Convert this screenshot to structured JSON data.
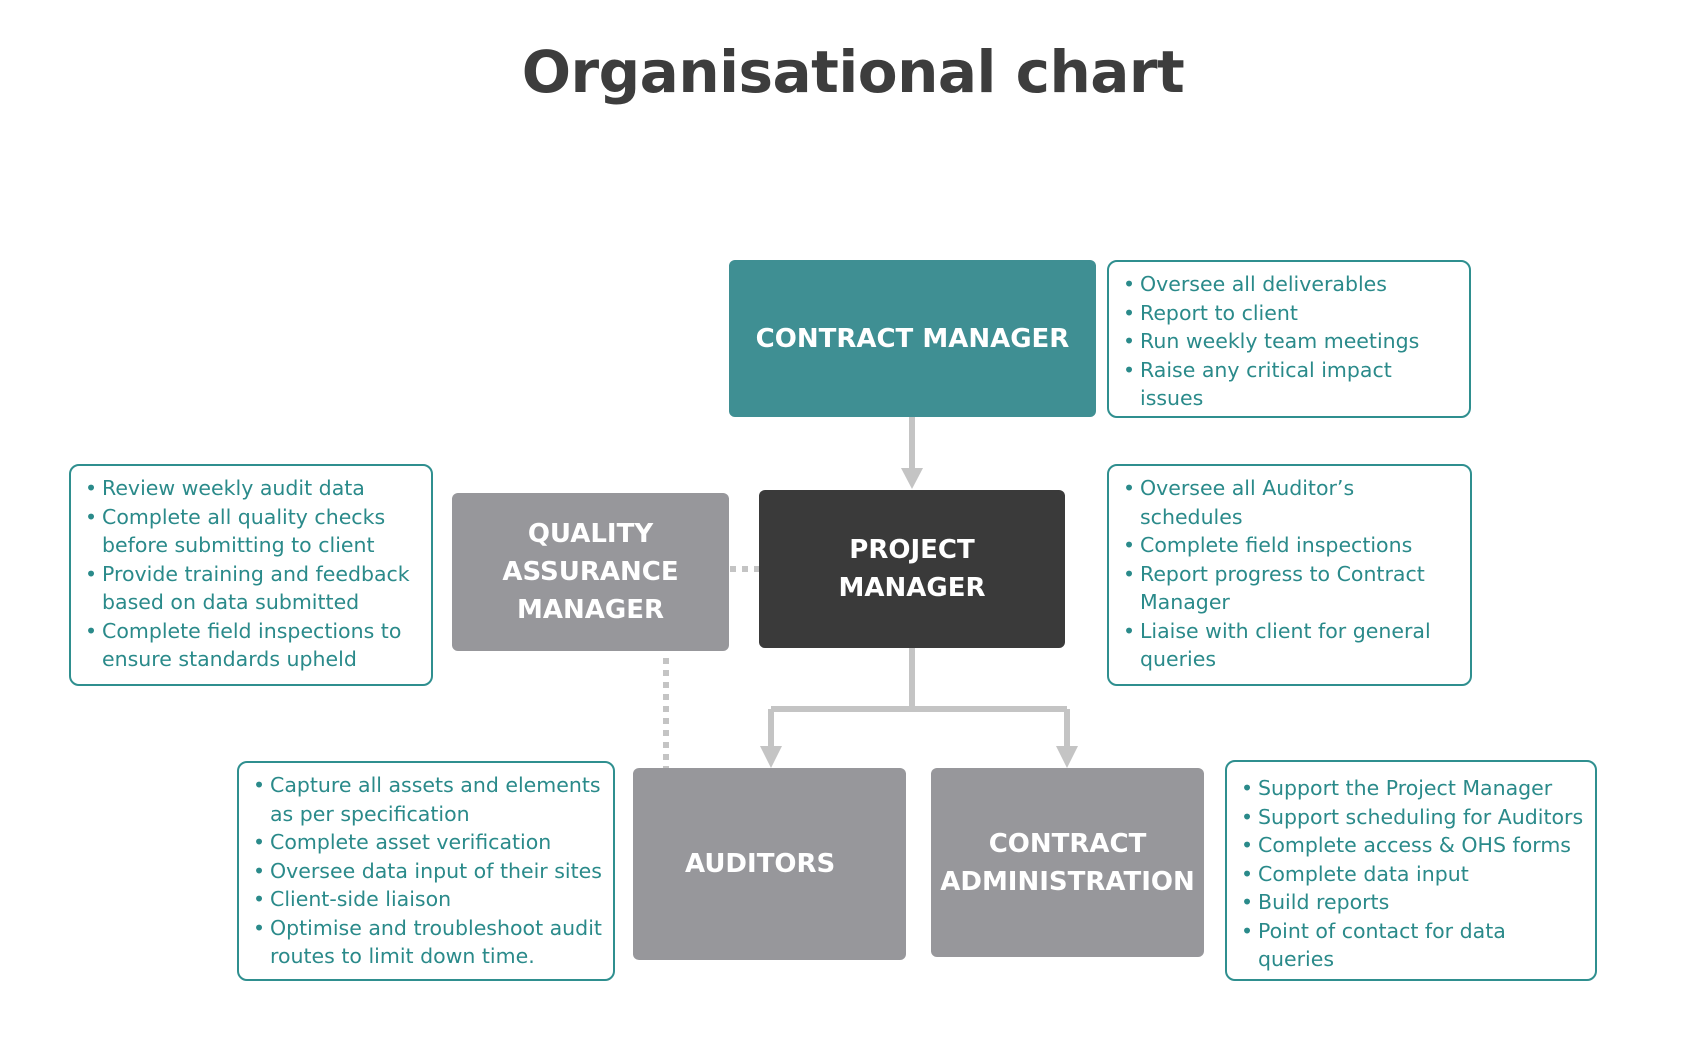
{
  "title": "Organisational chart",
  "colors": {
    "teal": "#3f8f93",
    "dark": "#3a3a3a",
    "grey": "#97979b",
    "connector": "#c4c4c4",
    "note_border": "#2f8f8f",
    "note_text": "#2a8a8a"
  },
  "roles": {
    "contract_manager": "CONTRACT MANAGER",
    "project_manager": "PROJECT\nMANAGER",
    "quality_assurance_manager": "QUALITY\nASSURANCE\nMANAGER",
    "auditors": "AUDITORS",
    "contract_administration": "CONTRACT\nADMINISTRATION"
  },
  "duties": {
    "contract_manager": [
      "Oversee all deliverables",
      "Report to client",
      "Run weekly team meetings",
      "Raise any critical impact issues"
    ],
    "project_manager": [
      "Oversee all Auditor’s schedules",
      "Complete field inspections",
      "Report progress to Contract Manager",
      "Liaise with client for general queries"
    ],
    "quality_assurance_manager": [
      "Review weekly audit data",
      "Complete all quality checks before submitting to client",
      "Provide training and feedback based on data submitted",
      "Complete field inspections to ensure standards upheld"
    ],
    "auditors": [
      "Capture all assets and elements as per specification",
      "Complete asset verification",
      "Oversee data input of their sites",
      "Client-side liaison",
      "Optimise and troubleshoot audit routes to limit down time."
    ],
    "contract_administration": [
      "Support the Project Manager",
      "Support scheduling for Auditors",
      "Complete access & OHS forms",
      "Complete data input",
      "Build reports",
      "Point of contact for data queries"
    ]
  }
}
